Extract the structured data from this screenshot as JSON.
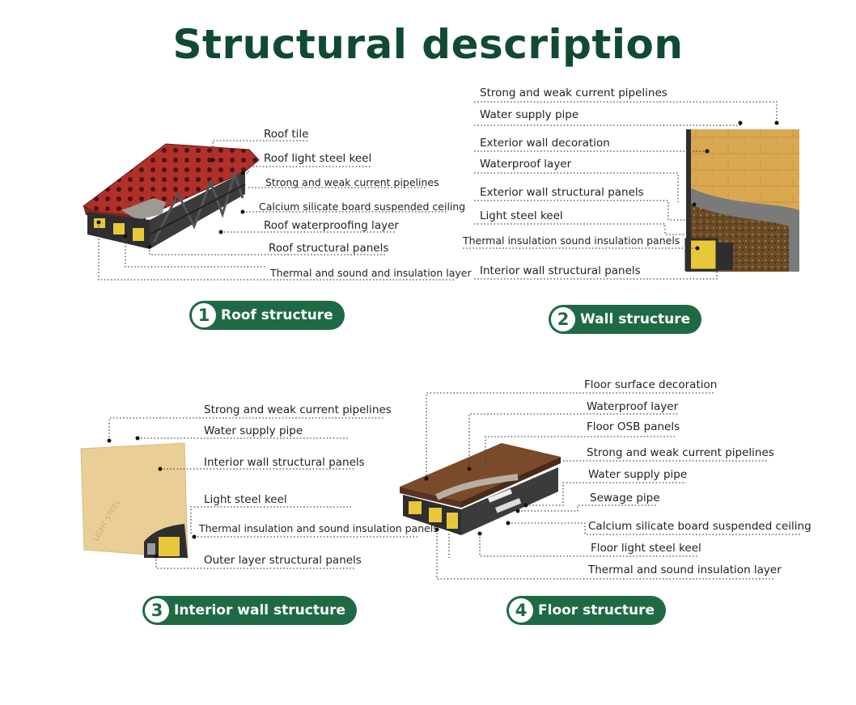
{
  "title": "Structural description",
  "sections": {
    "roof": {
      "number": "1",
      "name": "Roof structure",
      "labels": [
        "Roof tile",
        "Roof light steel keel",
        "Strong and weak current pipelines",
        "Calcium silicate board suspended ceiling",
        "Roof waterproofing layer",
        "Roof structural panels",
        "Thermal and sound and insulation layer"
      ]
    },
    "wall": {
      "number": "2",
      "name": "Wall structure",
      "labels": [
        "Strong and weak current pipelines",
        "Water supply pipe",
        "Exterior wall decoration",
        "Waterproof layer",
        "Exterior wall structural panels",
        "Light steel keel",
        "Thermal insulation sound insulation panels",
        "Interior wall structural panels"
      ]
    },
    "interior": {
      "number": "3",
      "name": "Interior wall structure",
      "labels": [
        "Strong and weak current pipelines",
        "Water supply pipe",
        "Interior wall structural panels",
        "Light steel keel",
        "Thermal insulation and sound insulation panels",
        "Outer layer structural panels"
      ]
    },
    "floor": {
      "number": "4",
      "name": "Floor structure",
      "labels": [
        "Floor surface decoration",
        "Waterproof layer",
        "Floor OSB panels",
        "Strong and weak current pipelines",
        "Water supply pipe",
        "Sewage pipe",
        "Calcium silicate board suspended ceiling",
        "Floor light steel keel",
        "Thermal and sound insulation layer"
      ]
    }
  },
  "colors": {
    "title": "#0f4a31",
    "badge": "#1f6a44",
    "roof_tile": "#b2302a",
    "wood": "#d9a851",
    "insulation": "#e8c83a",
    "steel": "#3b3b3b",
    "floor_top": "#7a4a2a",
    "interior_panel": "#e9cf96"
  }
}
